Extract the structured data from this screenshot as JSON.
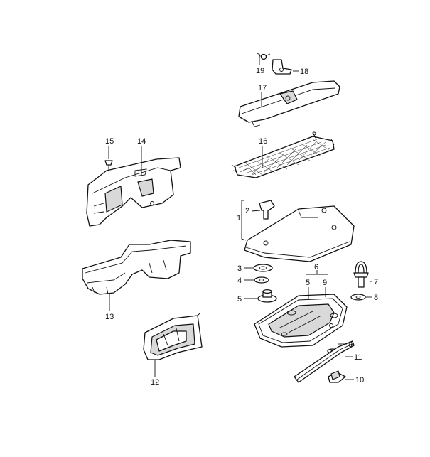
{
  "callouts": {
    "c1": "1",
    "c2": "2",
    "c3": "3",
    "c4": "4",
    "c5": "5",
    "c5b": "5",
    "c6": "6",
    "c7": "7",
    "c8": "8",
    "c9": "9",
    "c9b": "9",
    "c10": "10",
    "c11": "11",
    "c12": "12",
    "c13": "13",
    "c14": "14",
    "c15": "15",
    "c16": "16",
    "c17": "17",
    "c18": "18",
    "c19": "19"
  }
}
